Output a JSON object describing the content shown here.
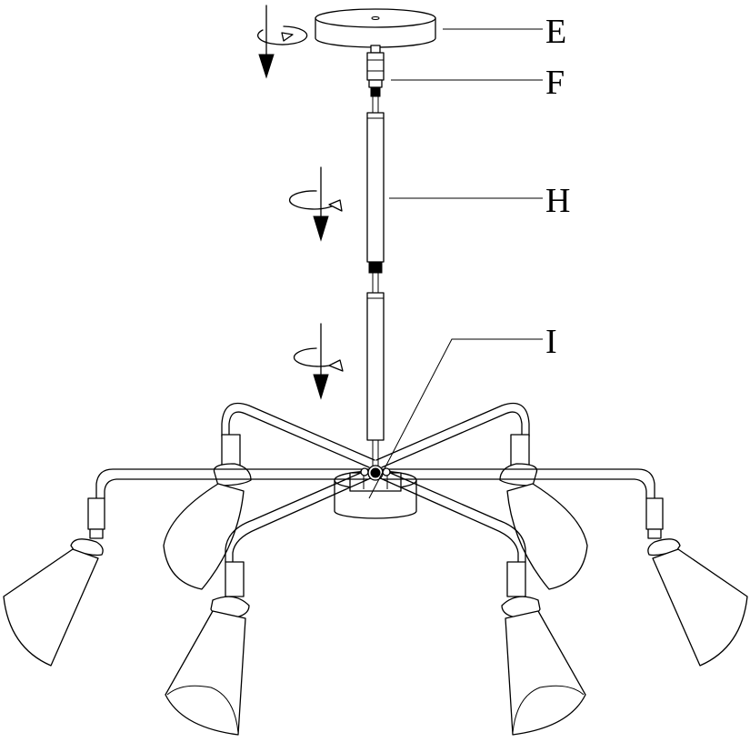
{
  "labels": {
    "canopy": "E",
    "connector": "F",
    "rod": "H",
    "hub": "I"
  },
  "icons": {
    "arrow": "down-arrow-icon",
    "rotate": "rotate-clockwise-icon"
  },
  "colors": {
    "line": "#000000",
    "background": "#ffffff"
  }
}
